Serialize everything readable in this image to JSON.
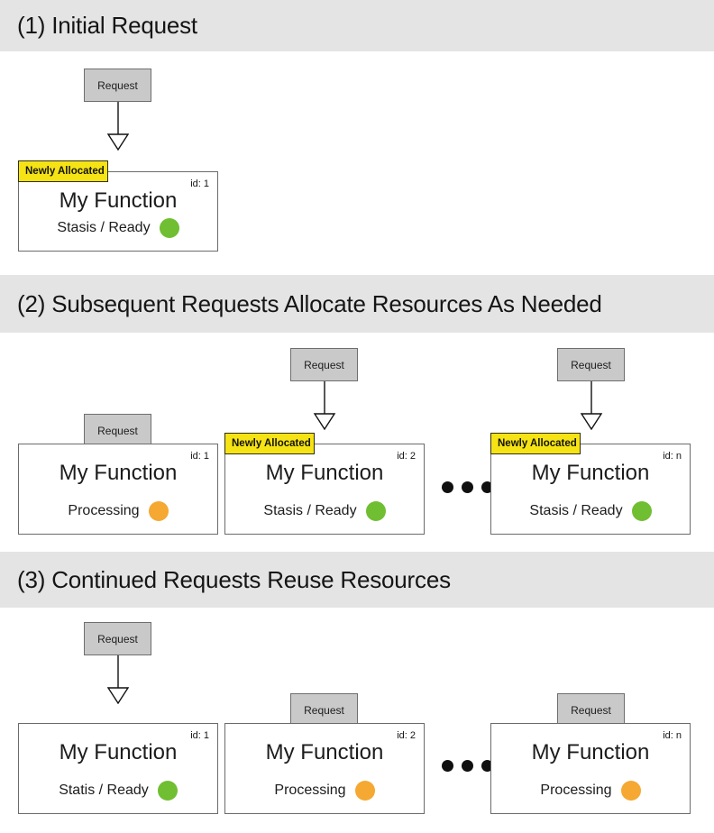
{
  "colors": {
    "band_background": "#e4e4e4",
    "page_background": "#ffffff",
    "request_fill": "#c9c9c9",
    "request_border": "#6e6e6e",
    "box_border": "#6b6b6b",
    "allocated_tag_fill": "#f5e315",
    "status_ready": "#70be32",
    "status_processing": "#f5a832",
    "text": "#1c1c1c"
  },
  "labels": {
    "request": "Request",
    "newly_allocated": "Newly Allocated",
    "ellipsis": "•••"
  },
  "sections": [
    {
      "title": "(1) Initial Request",
      "boxes": [
        {
          "name": "My Function",
          "id_label": "id: 1",
          "status": "Stasis / Ready",
          "status_color": "#70be32",
          "newly_allocated": true,
          "allocated_label": "Newly Allocated",
          "request_label": "Request",
          "has_arrow": true
        }
      ]
    },
    {
      "title": "(2) Subsequent Requests Allocate Resources As Needed",
      "boxes": [
        {
          "name": "My Function",
          "id_label": "id: 1",
          "status": "Processing",
          "status_color": "#f5a832",
          "newly_allocated": false,
          "allocated_label": "",
          "request_label": "Request",
          "has_arrow": false
        },
        {
          "name": "My Function",
          "id_label": "id: 2",
          "status": "Stasis / Ready",
          "status_color": "#70be32",
          "newly_allocated": true,
          "allocated_label": "Newly Allocated",
          "request_label": "Request",
          "has_arrow": true
        },
        {
          "name": "My Function",
          "id_label": "id: n",
          "status": "Stasis / Ready",
          "status_color": "#70be32",
          "newly_allocated": true,
          "allocated_label": "Newly Allocated",
          "request_label": "Request",
          "has_arrow": true
        }
      ]
    },
    {
      "title": "(3) Continued Requests Reuse Resources",
      "boxes": [
        {
          "name": "My Function",
          "id_label": "id: 1",
          "status": "Statis / Ready",
          "status_color": "#70be32",
          "newly_allocated": false,
          "allocated_label": "",
          "request_label": "Request",
          "has_arrow": true
        },
        {
          "name": "My Function",
          "id_label": "id: 2",
          "status": "Processing",
          "status_color": "#f5a832",
          "newly_allocated": false,
          "allocated_label": "",
          "request_label": "Request",
          "has_arrow": false
        },
        {
          "name": "My Function",
          "id_label": "id: n",
          "status": "Processing",
          "status_color": "#f5a832",
          "newly_allocated": false,
          "allocated_label": "",
          "request_label": "Request",
          "has_arrow": false
        }
      ]
    }
  ]
}
